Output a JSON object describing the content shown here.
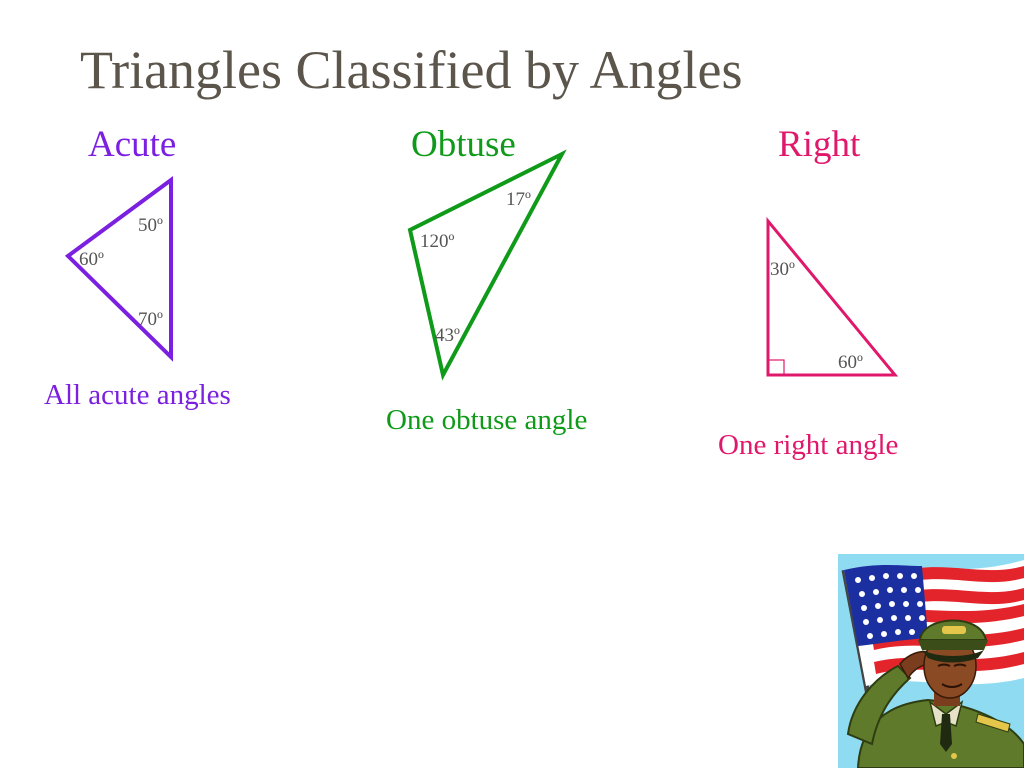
{
  "title": "Triangles Classified by Angles",
  "acute": {
    "heading": "Acute",
    "caption": "All acute angles",
    "angles": [
      "50º",
      "60º",
      "70º"
    ],
    "color": "#7b1fe0"
  },
  "obtuse": {
    "heading": "Obtuse",
    "caption": "One obtuse angle",
    "angles": [
      "17º",
      "120º",
      "43º"
    ],
    "color": "#109a1a"
  },
  "right": {
    "heading": "Right",
    "caption": "One right angle",
    "angles": [
      "30º",
      "60º"
    ],
    "color": "#e0186c"
  },
  "clipart": {
    "icon": "saluting-soldier-with-flag"
  }
}
